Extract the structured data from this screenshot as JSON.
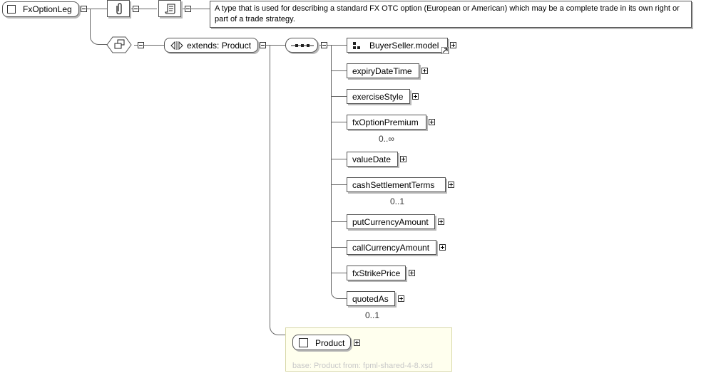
{
  "root": {
    "name": "FxOptionLeg"
  },
  "annotation": {
    "text": "A type that is used for describing a standard FX OTC option (European or American) which may be a complete trade in its own right or part of a trade strategy."
  },
  "extension": {
    "label": "extends: Product"
  },
  "group_ref": {
    "label": "BuyerSeller.model"
  },
  "elements": [
    {
      "name": "expiryDateTime",
      "occurs": ""
    },
    {
      "name": "exerciseStyle",
      "occurs": ""
    },
    {
      "name": "fxOptionPremium",
      "occurs": "0..∞"
    },
    {
      "name": "valueDate",
      "occurs": ""
    },
    {
      "name": "cashSettlementTerms",
      "occurs": "0..1"
    },
    {
      "name": "putCurrencyAmount",
      "occurs": ""
    },
    {
      "name": "callCurrencyAmount",
      "occurs": ""
    },
    {
      "name": "fxStrikePrice",
      "occurs": ""
    },
    {
      "name": "quotedAs",
      "occurs": "0..1"
    }
  ],
  "base": {
    "name": "Product",
    "caption": "base: Product from: fpml-shared-4-8.xsd"
  }
}
